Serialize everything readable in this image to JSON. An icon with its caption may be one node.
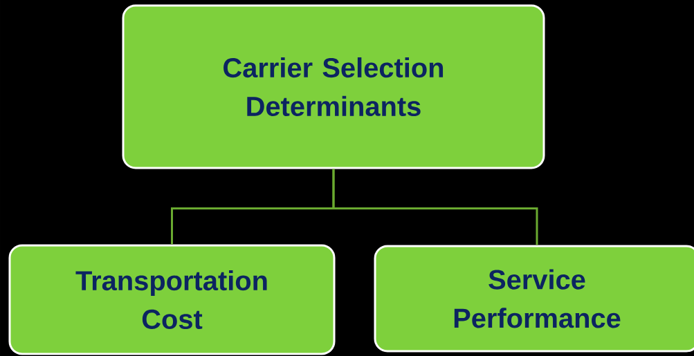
{
  "diagram": {
    "nodes": [
      {
        "text": [
          "Carrier Selection Determinants"
        ]
      },
      {
        "text": [
          "Transportation Cost"
        ]
      },
      {
        "text": [
          "Service Performance"
        ]
      }
    ],
    "edges": [
      {
        "from": 0,
        "to": 1,
        "arrow": "none"
      },
      {
        "from": 0,
        "to": 2,
        "arrow": "none"
      }
    ]
  }
}
